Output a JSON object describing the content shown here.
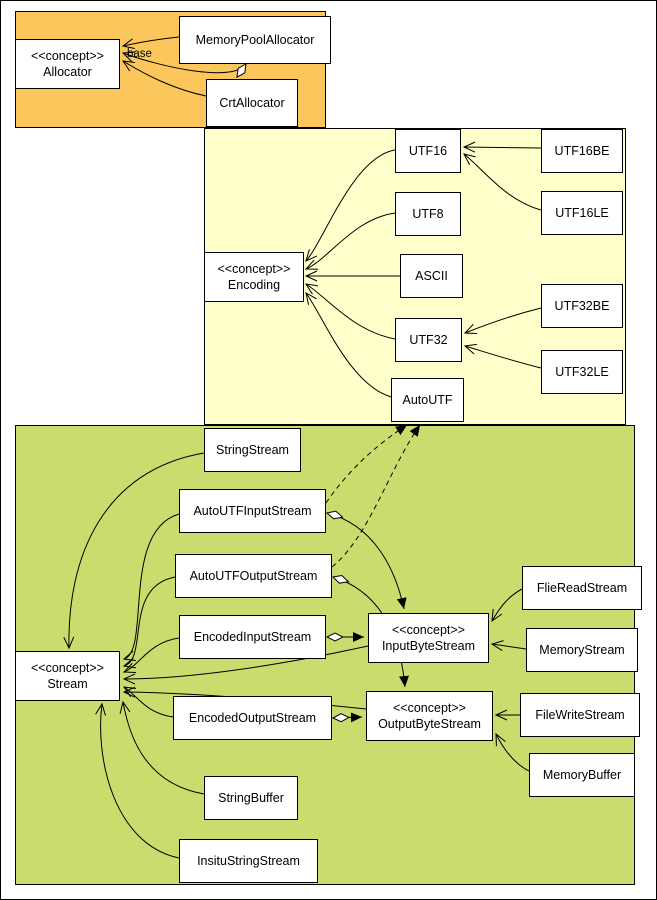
{
  "diagram": {
    "colors": {
      "allocator_group": "#FBC75D",
      "encoding_group": "#FFFFCC",
      "stream_group": "#CBDC6E",
      "node_fill": "#FFFFFF",
      "border": "#000000"
    },
    "nodes": {
      "allocator": "<<concept>>\nAllocator",
      "memory_pool_allocator": "MemoryPoolAllocator",
      "crt_allocator": "CrtAllocator",
      "utf16": "UTF16",
      "utf16be": "UTF16BE",
      "utf16le": "UTF16LE",
      "utf8": "UTF8",
      "ascii": "ASCII",
      "utf32": "UTF32",
      "utf32be": "UTF32BE",
      "utf32le": "UTF32LE",
      "autoutf": "AutoUTF",
      "encoding": "<<concept>>\nEncoding",
      "string_stream": "StringStream",
      "auto_utf_input_stream": "AutoUTFInputStream",
      "auto_utf_output_stream": "AutoUTFOutputStream",
      "encoded_input_stream": "EncodedInputStream",
      "encoded_output_stream": "EncodedOutputStream",
      "stream": "<<concept>>\nStream",
      "input_byte_stream": "<<concept>>\nInputByteStream",
      "output_byte_stream": "<<concept>>\nOutputByteStream",
      "flie_read_stream": "FlieReadStream",
      "memory_stream": "MemoryStream",
      "file_write_stream": "FileWriteStream",
      "memory_buffer": "MemoryBuffer",
      "string_buffer": "StringBuffer",
      "insitu_string_stream": "InsituStringStream"
    },
    "edge_labels": {
      "base": "base"
    }
  }
}
